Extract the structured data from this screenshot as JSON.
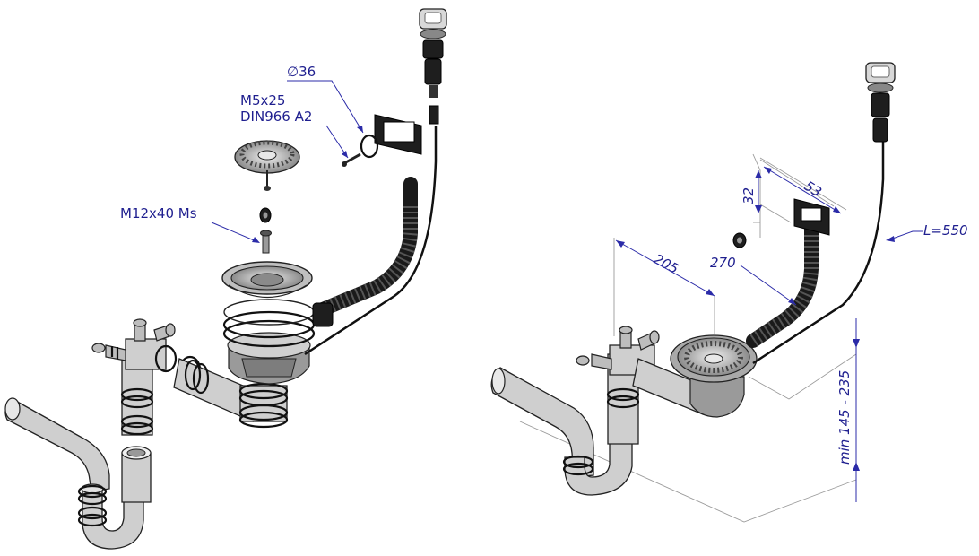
{
  "left_labels": {
    "diameter": "∅36",
    "screw_line1": "M5x25",
    "screw_line2": "DIN966 A2",
    "bolt": "M12x40 Ms"
  },
  "right_dimensions": {
    "width": "53",
    "height": "32",
    "d205": "205",
    "d270": "270",
    "cable_length": "L=550",
    "depth": "min 145 - 235"
  }
}
